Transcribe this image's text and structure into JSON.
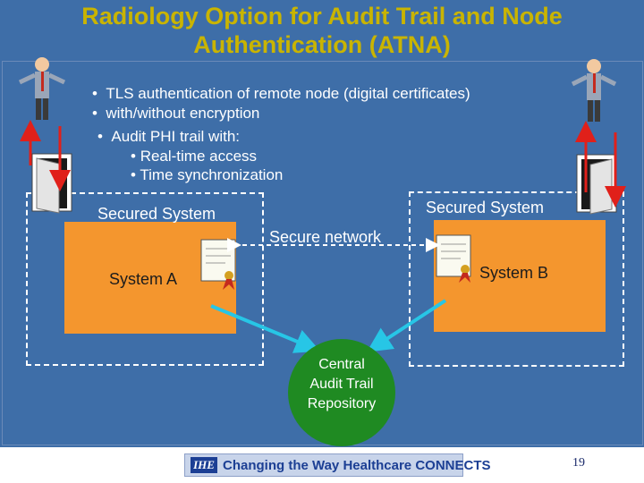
{
  "title_line1": "Radiology Option for Audit Trail and Node",
  "title_line2": "Authentication (ATNA)",
  "bullets": [
    "TLS authentication of remote node (digital certificates)",
    "with/without encryption",
    "Audit PHI trail with:"
  ],
  "sub_bullets": [
    "Real-time access",
    "Time synchronization"
  ],
  "left_secured_label": "Secured System",
  "right_secured_label": "Secured System",
  "secure_network_label": "Secure network",
  "system_a_label": "System A",
  "system_b_label": "System B",
  "central_repo": [
    "Central",
    "Audit Trail",
    "Repository"
  ],
  "footer_logo": "IHE",
  "footer_tagline": "Changing the Way Healthcare CONNECTS",
  "page_number": "19",
  "colors": {
    "background": "#3e6ea8",
    "title": "#c9b400",
    "system_box": "#f4962e",
    "repository": "#1f8a22",
    "arrow_red": "#e0201a",
    "connector_cyan": "#27c6e6"
  }
}
